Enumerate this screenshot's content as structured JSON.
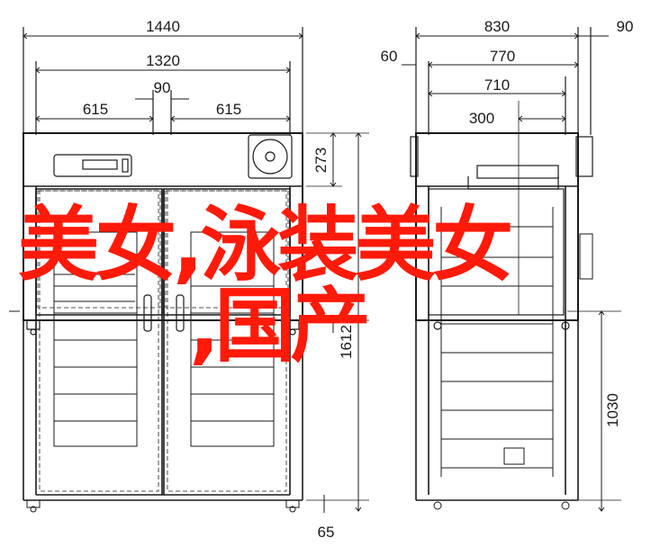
{
  "front_dims": {
    "overall_width": "1440",
    "inner_width": "1320",
    "door_gap": "90",
    "left_door": "615",
    "right_door": "615",
    "top_panel_height": "273",
    "side_height": "1612",
    "foot": "65"
  },
  "side_dims": {
    "depth": "830",
    "handle_depth": "90",
    "front_offset": "60",
    "depth_770": "770",
    "depth_710": "710",
    "shelf_depth": "300",
    "inner_height": "1030"
  },
  "overlay": {
    "line1": "美女,泳装美女",
    "line2": ",国产"
  },
  "colors": {
    "line": "#1a1a1a",
    "overlay_text": "#ff1a0a"
  }
}
